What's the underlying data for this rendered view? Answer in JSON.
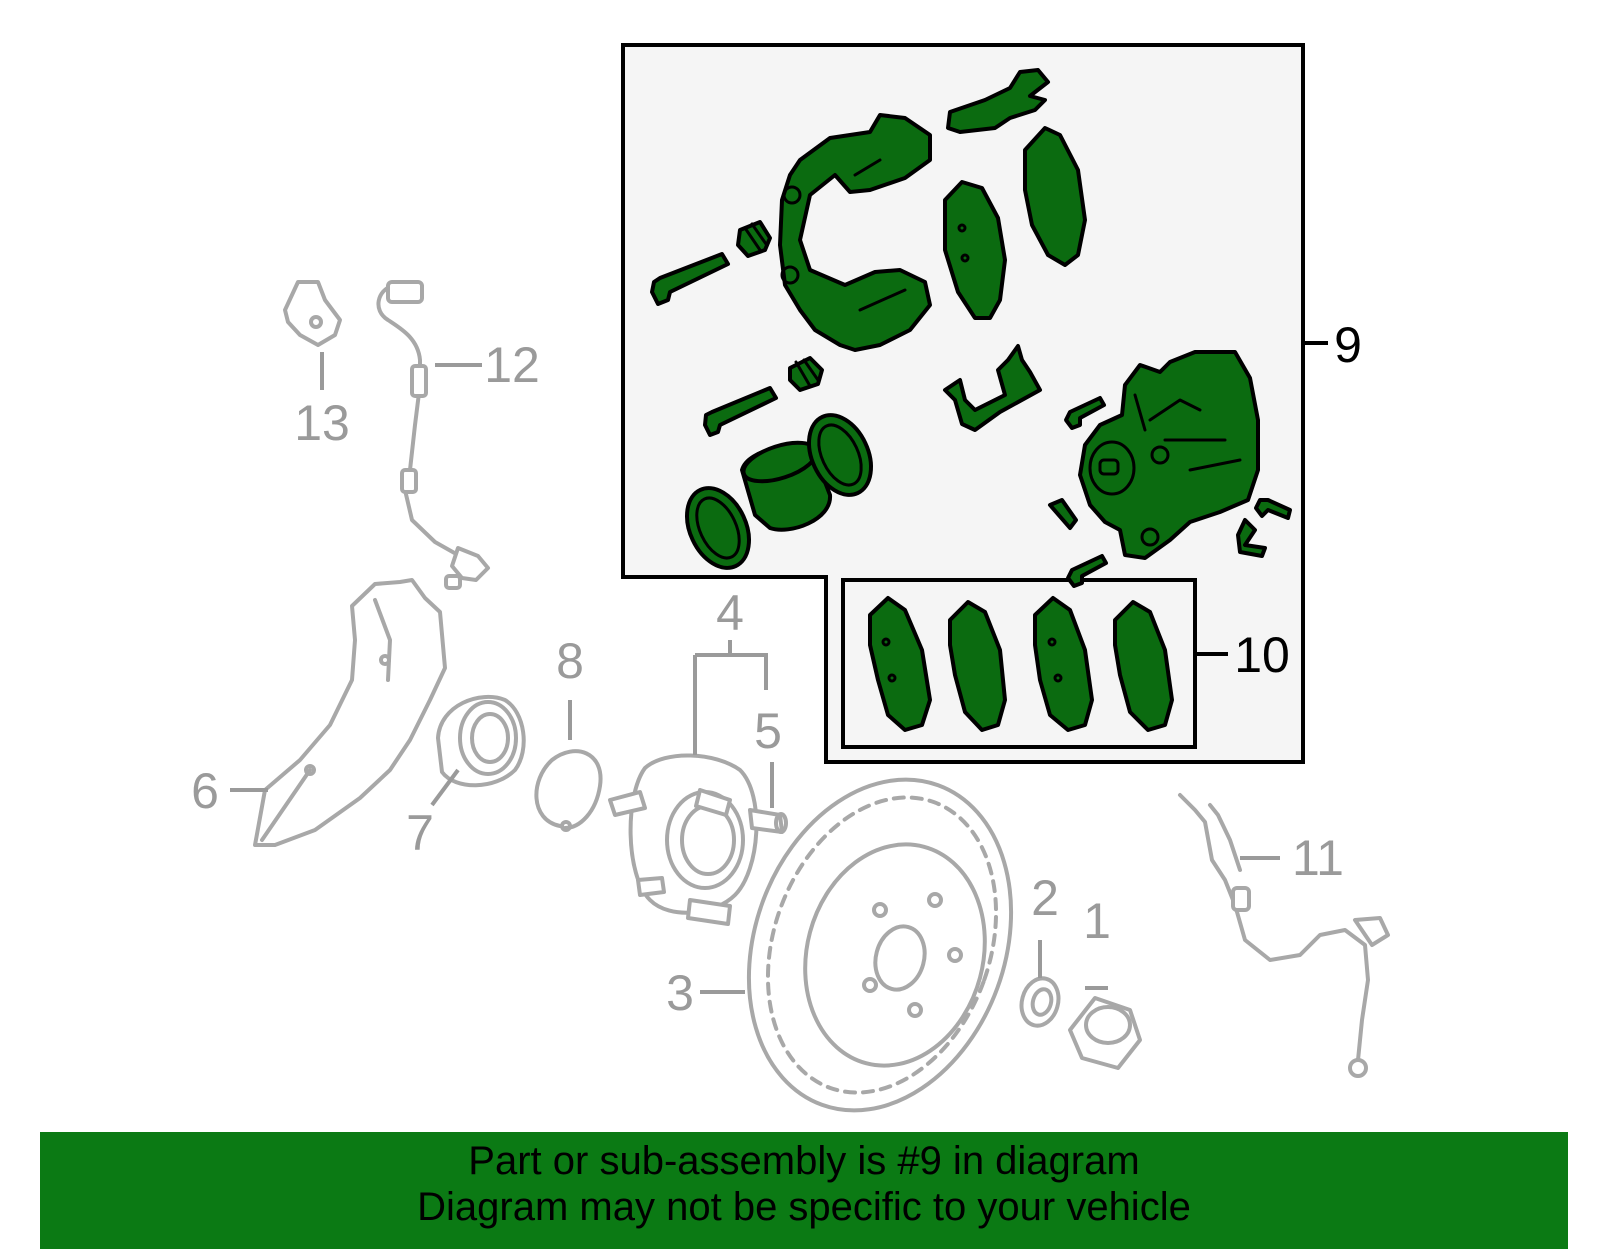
{
  "colors": {
    "highlight_green": "#0b6b10",
    "banner_green": "#0b7a14",
    "callout_grey": "#9a9a9a",
    "box_fill": "#f5f5f5"
  },
  "callouts": {
    "c1": "1",
    "c2": "2",
    "c3": "3",
    "c4": "4",
    "c5": "5",
    "c6": "6",
    "c7": "7",
    "c8": "8",
    "c9": "9",
    "c10": "10",
    "c11": "11",
    "c12": "12",
    "c13": "13"
  },
  "highlighted_callouts": [
    "9",
    "10"
  ],
  "banner": {
    "line1": "Part or sub-assembly is #9 in diagram",
    "line2": "Diagram may not be specific to your vehicle"
  }
}
